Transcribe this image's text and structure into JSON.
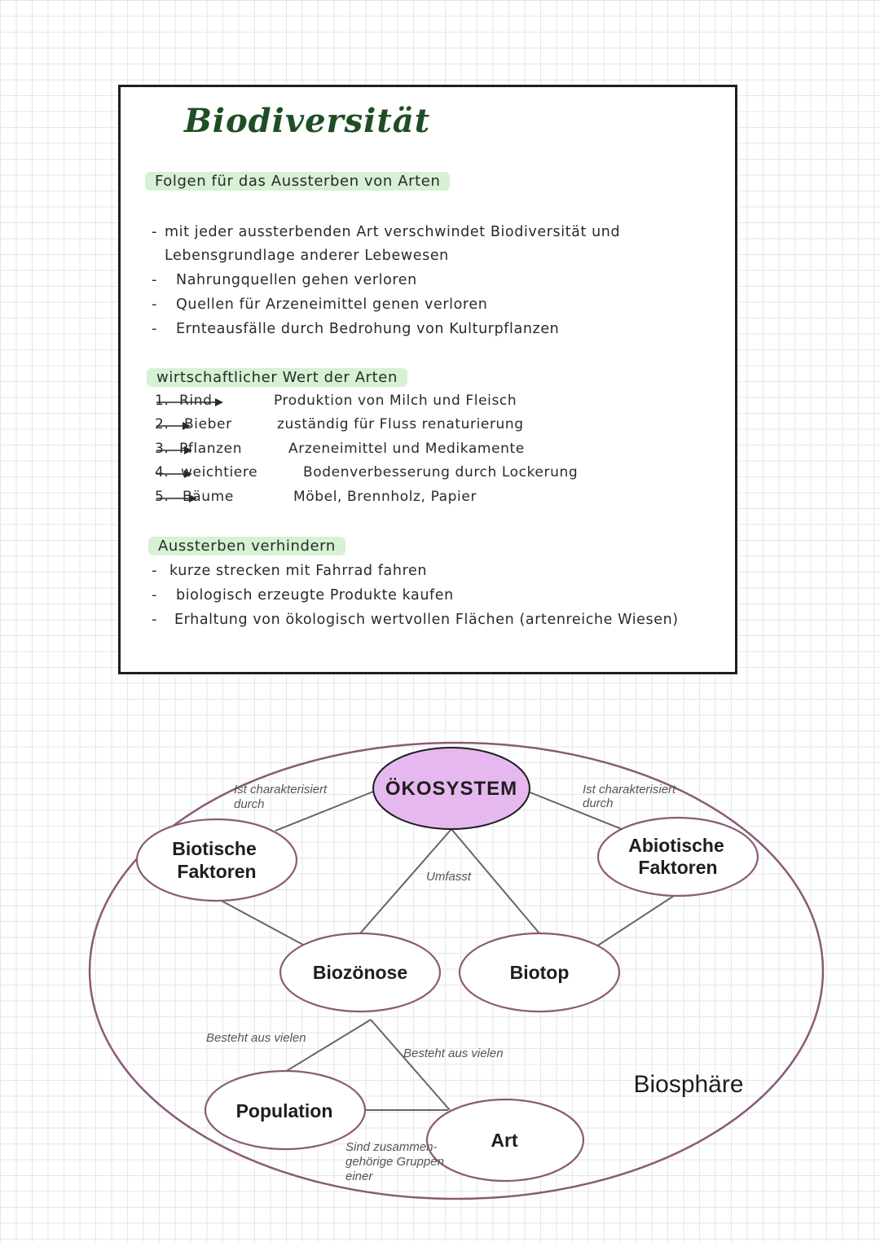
{
  "note": {
    "title": "Biodiversität",
    "consequences": {
      "heading": "Folgen für das Aussterben von Arten",
      "items": [
        "mit jeder aussterbenden Art verschwindet Biodiversität und",
        "Lebensgrundlage anderer Lebewesen",
        "Nahrungquellen gehen verloren",
        "Quellen für Arzeneimittel genen verloren",
        "Ernteausfälle durch Bedrohung von Kulturpflanzen"
      ]
    },
    "economic_value": {
      "heading": "wirtschaftlicher Wert der Arten",
      "rows": [
        {
          "num": "1.",
          "species": "Rind",
          "value": "Produktion von Milch und Fleisch"
        },
        {
          "num": "2.",
          "species": "Bieber",
          "value": "zuständig für Fluss renaturierung"
        },
        {
          "num": "3.",
          "species": "Pflanzen",
          "value": "Arzeneimittel und Medikamente"
        },
        {
          "num": "4.",
          "species": "weichtiere",
          "value": "Bodenverbesserung durch Lockerung"
        },
        {
          "num": "5.",
          "species": "Bäume",
          "value": "Möbel, Brennholz, Papier"
        }
      ]
    },
    "prevention": {
      "heading": "Aussterben verhindern",
      "items": [
        "kurze strecken mit Fahrrad fahren",
        "biologisch erzeugte Produkte kaufen",
        "Erhaltung von ökologisch wertvollen Flächen (artenreiche Wiesen)"
      ]
    }
  },
  "diagram": {
    "colors": {
      "ink": "#1e1e1e",
      "ecosystem_fill": "#e6b8f0",
      "outline": "#8b5a78",
      "line": "#666666"
    },
    "nodes": {
      "ecosystem": "ÖKOSYSTEM",
      "biotic_line1": "Biotische",
      "biotic_line2": "Faktoren",
      "abiotic_line1": "Abiotische",
      "abiotic_line2": "Faktoren",
      "biocenosis": "Biozönose",
      "biotope": "Biotop",
      "population": "Population",
      "species": "Art",
      "biosphere": "Biosphäre"
    },
    "relations": {
      "characterized_left_line1": "Ist charakterisiert",
      "characterized_left_line2": "durch",
      "characterized_right_line1": "Ist charakterisiert",
      "characterized_right_line2": "durch",
      "includes": "Umfasst",
      "consists_left": "Besteht aus vielen",
      "consists_right": "Besteht aus vielen",
      "groups_line1": "Sind zusammen-",
      "groups_line2": "gehörige Gruppen",
      "groups_line3": "einer"
    }
  }
}
